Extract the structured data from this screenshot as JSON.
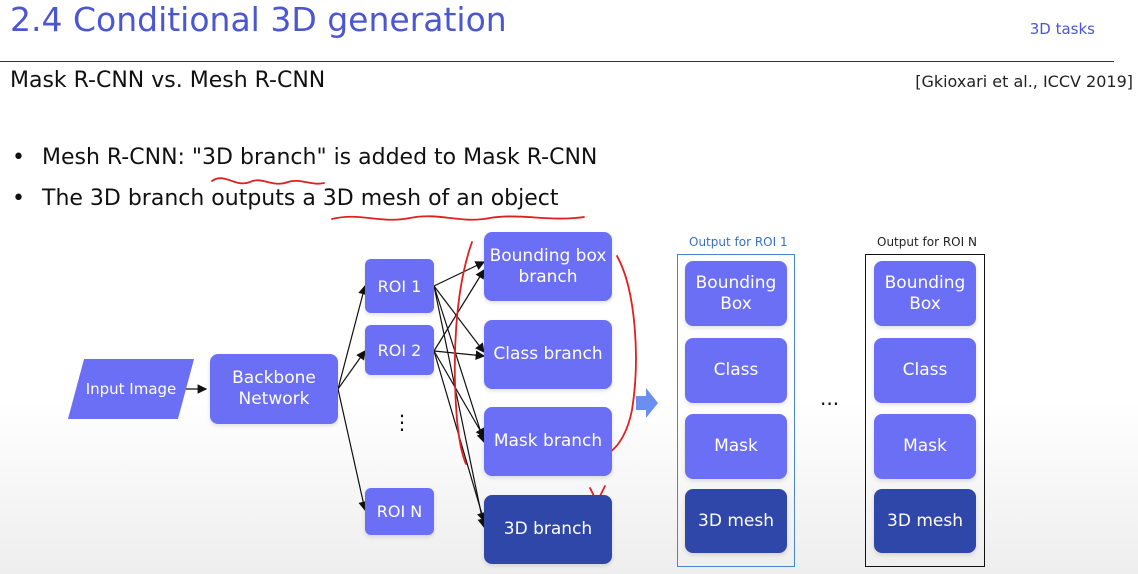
{
  "header": {
    "title": "2.4 Conditional 3D generation",
    "section": "3D tasks",
    "subtitle": "Mask R-CNN vs. Mesh R-CNN",
    "citation": "[Gkioxari et al., ICCV 2019]"
  },
  "bullets": [
    "Mesh R-CNN: \"3D branch\" is added to Mask R-CNN",
    "The 3D branch outputs a 3D mesh of an object"
  ],
  "diagram": {
    "input": "Input Image",
    "backbone": "Backbone Network",
    "rois": [
      "ROI 1",
      "ROI 2",
      "ROI N"
    ],
    "roi_ellipsis": "⋮",
    "branches": [
      "Bounding box branch",
      "Class branch",
      "Mask branch",
      "3D branch"
    ],
    "output1_label": "Output for ROI 1",
    "outputN_label": "Output for ROI N",
    "outputs": [
      "Bounding Box",
      "Class",
      "Mask",
      "3D mesh"
    ],
    "ellipsis": "...",
    "colors": {
      "box": "#6b6ff5",
      "dark_box": "#2e47a8",
      "title": "#4b56d2",
      "frame1": "#4a86c8",
      "annotation": "#e02020"
    }
  }
}
